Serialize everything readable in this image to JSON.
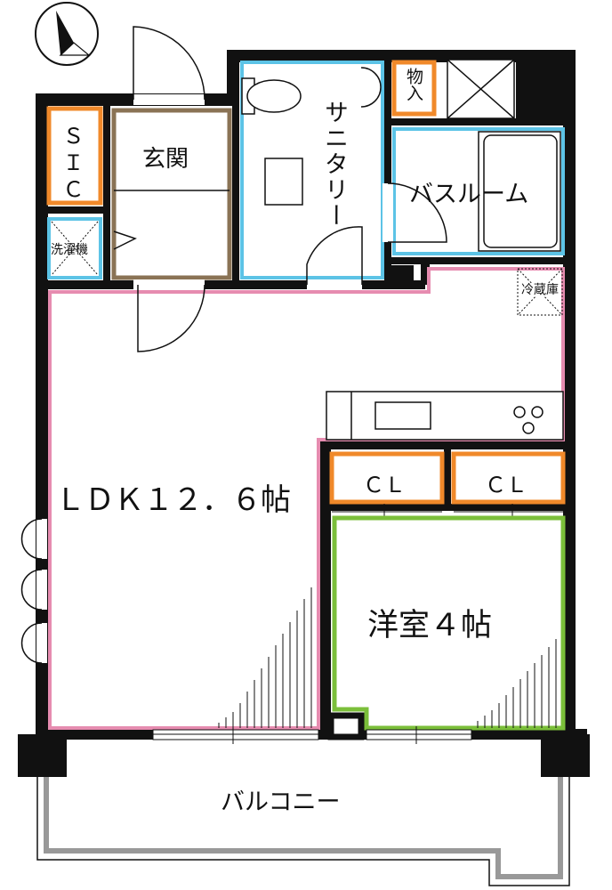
{
  "rooms": {
    "sic": "ＳＩＣ",
    "entrance": "玄関",
    "sanitary": "サニタリー",
    "storage": "物入",
    "bathroom": "バスルーム",
    "washing_machine": "洗濯機",
    "fridge": "冷蔵庫",
    "ldk": "ＬＤＫ１２．６帖",
    "closet_1": "ＣＬ",
    "closet_2": "ＣＬ",
    "bedroom": "洋室４帖",
    "balcony": "バルコニー"
  },
  "colors": {
    "wall": "#111111",
    "sic_outline": "#f0892a",
    "storage_outline": "#f0892a",
    "closet_outline": "#f0892a",
    "entrance_outline": "#8a7355",
    "wet_area_outline": "#5cc3e6",
    "ldk_outline": "#e68cb0",
    "bedroom_outline": "#7bbf3a",
    "balcony_rail": "#999999"
  },
  "icons": {
    "compass": "north-arrow-icon",
    "toilet": "toilet-icon",
    "stove": "stove-burners-icon",
    "sink": "kitchen-sink-icon",
    "bathtub": "bathtub-icon"
  }
}
